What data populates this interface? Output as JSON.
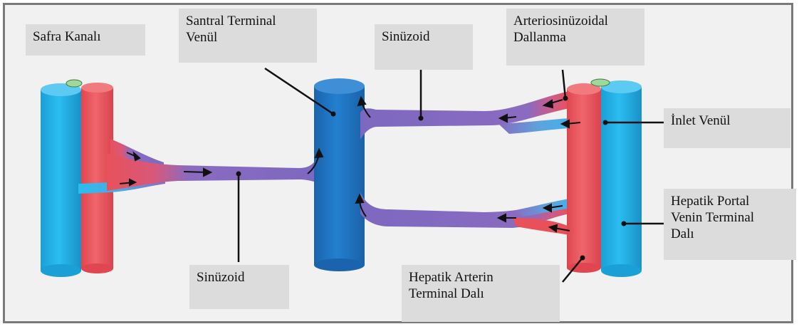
{
  "labels": {
    "safra_kanali": "Safra Kanalı",
    "santral_terminal_venul": "Santral Terminal\nVenül",
    "sinuzoid_top": "Sinüzoid",
    "arteriosinuzoidal": "Arteriosinüzoidal\nDallanma",
    "inlet_venul": "İnlet Venül",
    "hepatik_portal": "Hepatik Portal\nVenin Terminal\nDalı",
    "sinuzoid_bottom": "Sinüzoid",
    "hepatik_arter": "Hepatik Arterin\nTerminal  Dalı"
  },
  "colors": {
    "portal_vein": "#1fb2e8",
    "artery": "#e8515a",
    "central_vein": "#1d72c2",
    "sinusoid": "#8a6bbf",
    "bile_duct": "#9fd89a",
    "frame_bg": "#f1f1f1",
    "label_bg": "#dcdcdc"
  }
}
